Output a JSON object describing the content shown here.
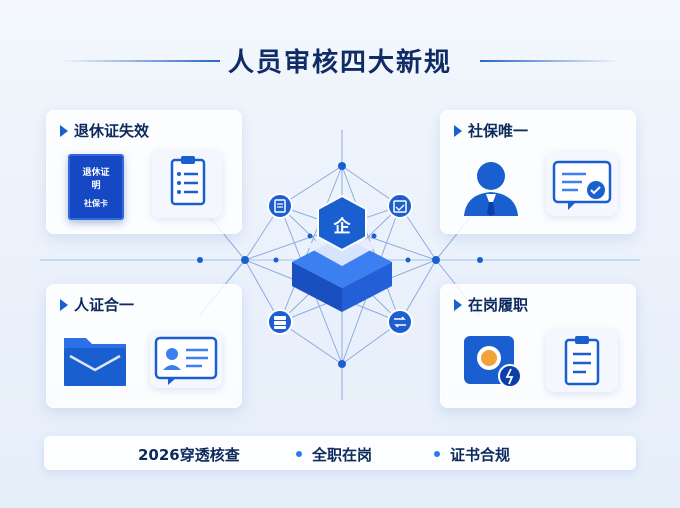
{
  "title": "人员审核四大新规",
  "cards": [
    {
      "title": "退休证失效",
      "doc_lines": [
        "退休证",
        "明",
        "社保卡"
      ]
    },
    {
      "title": "社保唯一"
    },
    {
      "title": "人证合一"
    },
    {
      "title": "在岗履职"
    }
  ],
  "center_badge": "企",
  "bottom_bar": {
    "items": [
      "2026穿透核查",
      "全职在岗",
      "证书合规"
    ]
  },
  "colors": {
    "accent": "#1a5fd0",
    "dark": "#0d2a5c",
    "light_bg": "#eaf1fb"
  }
}
